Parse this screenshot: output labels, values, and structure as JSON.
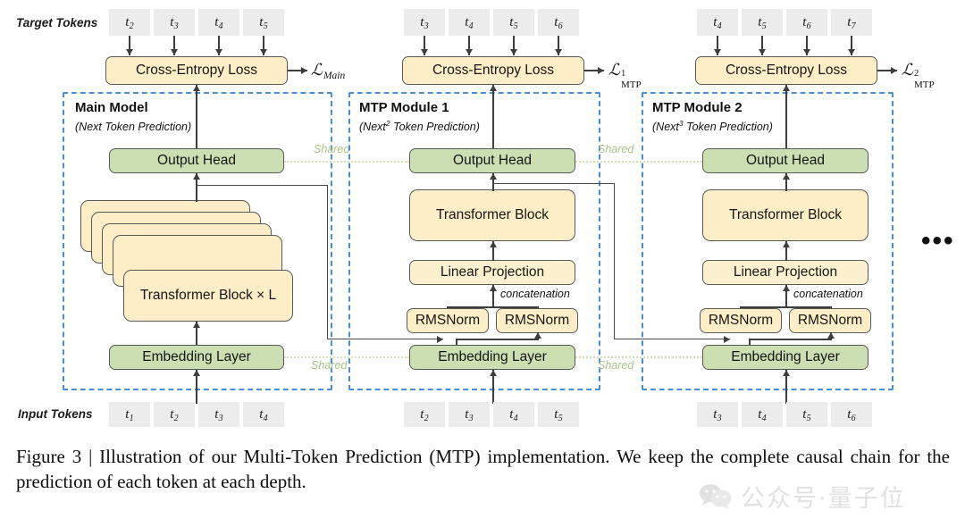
{
  "figure": {
    "caption": "Figure 3 | Illustration of our Multi-Token Prediction (MTP) implementation.  We keep the complete causal chain for the prediction of each token at each depth.",
    "ellipsis": "•••"
  },
  "row_labels": {
    "target_tokens": "Target Tokens",
    "input_tokens": "Input Tokens"
  },
  "colors": {
    "yellow_box": "#fdeec8",
    "green_box": "#cbdfb2",
    "dashed_frame": "#4a8fd4",
    "shared_text": "#a8c48a",
    "token_chip": "#ececec",
    "line": "#3d3d3d"
  },
  "shared_labels": {
    "output_head_left": "Shared",
    "output_head_right": "Shared",
    "embedding_left": "Shared",
    "embedding_right": "Shared"
  },
  "columns": [
    {
      "id": "main-model",
      "title": "Main Model",
      "subtitle_prefix": "(Next",
      "subtitle_sup": "",
      "subtitle_suffix": " Token Prediction)",
      "target_tokens": [
        {
          "base": "t",
          "sub": "2"
        },
        {
          "base": "t",
          "sub": "3"
        },
        {
          "base": "t",
          "sub": "4"
        },
        {
          "base": "t",
          "sub": "5"
        }
      ],
      "input_tokens": [
        {
          "base": "t",
          "sub": "1"
        },
        {
          "base": "t",
          "sub": "2"
        },
        {
          "base": "t",
          "sub": "3"
        },
        {
          "base": "t",
          "sub": "4"
        }
      ],
      "loss_box": "Cross-Entropy Loss",
      "loss_symbol": {
        "cal": "ℒ",
        "sup": "",
        "sub": "Main"
      },
      "output_head": "Output Head",
      "core_block": "Transformer Block × L",
      "embedding": "Embedding Layer"
    },
    {
      "id": "mtp-module-1",
      "title": "MTP Module 1",
      "subtitle_prefix": "(Next",
      "subtitle_sup": "2",
      "subtitle_suffix": " Token Prediction)",
      "target_tokens": [
        {
          "base": "t",
          "sub": "3"
        },
        {
          "base": "t",
          "sub": "4"
        },
        {
          "base": "t",
          "sub": "5"
        },
        {
          "base": "t",
          "sub": "6"
        }
      ],
      "input_tokens": [
        {
          "base": "t",
          "sub": "2"
        },
        {
          "base": "t",
          "sub": "3"
        },
        {
          "base": "t",
          "sub": "4"
        },
        {
          "base": "t",
          "sub": "5"
        }
      ],
      "loss_box": "Cross-Entropy Loss",
      "loss_symbol": {
        "cal": "ℒ",
        "sup": "1",
        "sub": "MTP"
      },
      "output_head": "Output Head",
      "core_block": "Transformer Block",
      "linear_projection": "Linear Projection",
      "concatenation": "concatenation",
      "rmsnorm_left": "RMSNorm",
      "rmsnorm_right": "RMSNorm",
      "embedding": "Embedding Layer"
    },
    {
      "id": "mtp-module-2",
      "title": "MTP Module 2",
      "subtitle_prefix": "(Next",
      "subtitle_sup": "3",
      "subtitle_suffix": " Token Prediction)",
      "target_tokens": [
        {
          "base": "t",
          "sub": "4"
        },
        {
          "base": "t",
          "sub": "5"
        },
        {
          "base": "t",
          "sub": "6"
        },
        {
          "base": "t",
          "sub": "7"
        }
      ],
      "input_tokens": [
        {
          "base": "t",
          "sub": "3"
        },
        {
          "base": "t",
          "sub": "4"
        },
        {
          "base": "t",
          "sub": "5"
        },
        {
          "base": "t",
          "sub": "6"
        }
      ],
      "loss_box": "Cross-Entropy Loss",
      "loss_symbol": {
        "cal": "ℒ",
        "sup": "2",
        "sub": "MTP"
      },
      "output_head": "Output Head",
      "core_block": "Transformer Block",
      "linear_projection": "Linear Projection",
      "concatenation": "concatenation",
      "rmsnorm_left": "RMSNorm",
      "rmsnorm_right": "RMSNorm",
      "embedding": "Embedding Layer"
    }
  ],
  "watermark": {
    "text": "公众号·量子位",
    "icon": "wechat-icon"
  }
}
